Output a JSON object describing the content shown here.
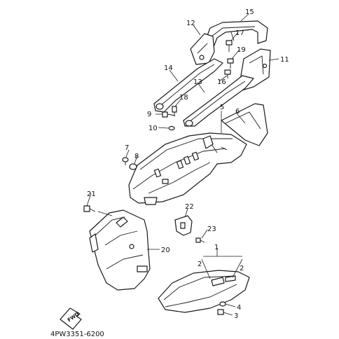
{
  "diagram_code": "4PW3351-6200",
  "fwd_label": "FWD",
  "callouts": {
    "c1": "1",
    "c2a": "2",
    "c2b": "2",
    "c3": "3",
    "c4": "4",
    "c5": "5",
    "c6": "6",
    "c7": "7",
    "c8": "8",
    "c9": "9",
    "c10": "10",
    "c11": "11",
    "c12": "12",
    "c13": "13",
    "c14": "14",
    "c15": "15",
    "c16": "16",
    "c17": "17",
    "c18": "18",
    "c19": "19",
    "c20": "20",
    "c21": "21",
    "c22": "22",
    "c23": "23"
  }
}
